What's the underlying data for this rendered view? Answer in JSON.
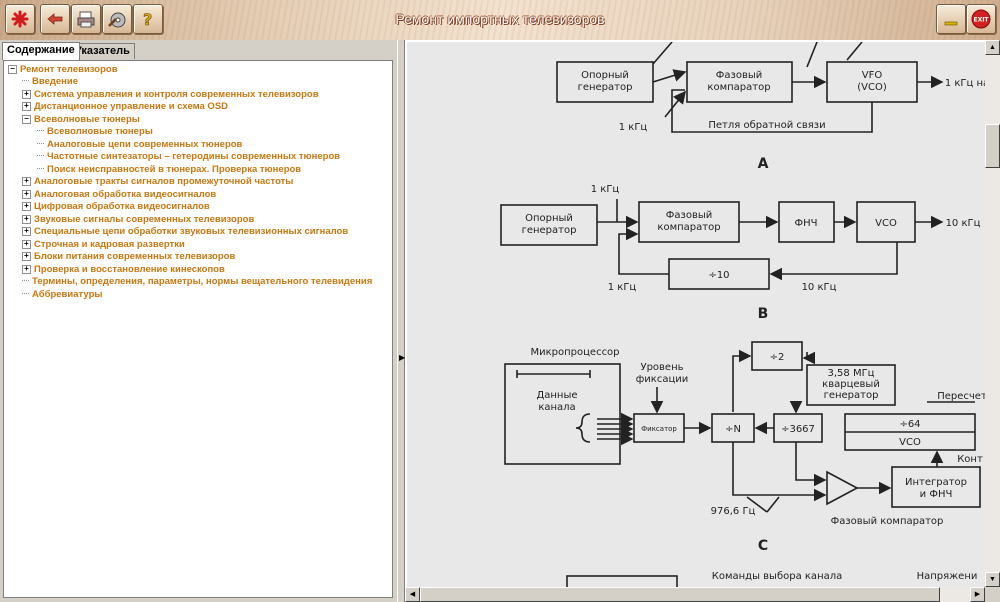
{
  "app": {
    "title": "Ремонт импортных телевизоров"
  },
  "toolbar": {
    "left_buttons": [
      {
        "name": "hide-button",
        "icon": "red-asterisk-icon"
      },
      {
        "name": "back-button",
        "icon": "back-arrow-icon"
      },
      {
        "name": "print-button",
        "icon": "printer-icon"
      },
      {
        "name": "options-button",
        "icon": "wrench-disk-icon"
      },
      {
        "name": "help-button",
        "icon": "question-icon"
      }
    ],
    "right_buttons": [
      {
        "name": "minimize-button",
        "icon": "minimize-icon"
      },
      {
        "name": "exit-button",
        "icon": "exit-icon",
        "label": "EXIT"
      }
    ]
  },
  "tabs": [
    {
      "label": "Содержание"
    },
    {
      "label": "Указатель"
    }
  ],
  "tree": {
    "root": "Ремонт телевизоров",
    "items": [
      {
        "label": "Введение",
        "level": 1,
        "expandable": false
      },
      {
        "label": "Система управления и контроля современных телевизоров",
        "level": 1,
        "expandable": true
      },
      {
        "label": "Дистанционное управление и схема OSD",
        "level": 1,
        "expandable": true
      },
      {
        "label": "Всеволновые тюнеры",
        "level": 1,
        "expandable": true,
        "expanded": true
      },
      {
        "label": "Всеволновые тюнеры",
        "level": 2,
        "expandable": false
      },
      {
        "label": "Аналоговые цепи современных тюнеров",
        "level": 2,
        "expandable": false
      },
      {
        "label": "Частотные синтезаторы – гетеродины современных тюнеров",
        "level": 2,
        "expandable": false
      },
      {
        "label": "Поиск неисправностей в тюнерах. Проверка тюнеров",
        "level": 2,
        "expandable": false
      },
      {
        "label": "Аналоговые тракты сигналов промежуточной частоты",
        "level": 1,
        "expandable": true
      },
      {
        "label": "Аналоговая обработка видеосигналов",
        "level": 1,
        "expandable": true
      },
      {
        "label": "Цифровая обработка видеосигналов",
        "level": 1,
        "expandable": true
      },
      {
        "label": "Звуковые сигналы современных телевизоров",
        "level": 1,
        "expandable": true
      },
      {
        "label": "Специальные цепи обработки звуковых телевизионных сигналов",
        "level": 1,
        "expandable": true
      },
      {
        "label": "Строчная и кадровая развертки",
        "level": 1,
        "expandable": true
      },
      {
        "label": "Блоки питания современных телевизоров",
        "level": 1,
        "expandable": true
      },
      {
        "label": "Проверка и восстановление кинескопов",
        "level": 1,
        "expandable": true
      },
      {
        "label": "Термины, определения, параметры, нормы вещательного телевидения",
        "level": 1,
        "expandable": false
      },
      {
        "label": "Аббревиатуры",
        "level": 1,
        "expandable": false
      }
    ]
  },
  "diagram": {
    "a": {
      "ref_osc": [
        "Опорный",
        "генератор"
      ],
      "phase_comp": [
        "Фазовый",
        "компаратор"
      ],
      "vfo": [
        "VFO",
        "(VCO)"
      ],
      "out": "1 кГц на",
      "in_freq": "1 кГц",
      "feedback": "Петля обратной связи",
      "caption": "A"
    },
    "b": {
      "in_freq": "1 кГц",
      "ref_osc": [
        "Опорный",
        "генератор"
      ],
      "phase_comp": [
        "Фазовый",
        "компаратор"
      ],
      "lpf": "ФНЧ",
      "vco": "VCO",
      "out": "10 кГц",
      "divider": "÷10",
      "fb_left": "1 кГц",
      "fb_right": "10 кГц",
      "caption": "B"
    },
    "c": {
      "cpu": "Микропроцессор",
      "level": [
        "Уровень",
        "фиксации"
      ],
      "data_channel": [
        "Данные",
        "канала"
      ],
      "clamp": "Фиксатор",
      "div_n": "÷N",
      "div2": "÷2",
      "xtal": [
        "3,58 МГц",
        "кварцевый",
        "генератор"
      ],
      "div3667": "÷3667",
      "recalc": "Пересчет",
      "div64": "÷64",
      "vco": "VCO",
      "ctrl": "Конт",
      "freq": "976,6 Гц",
      "phase_comp": "Фазовый компаратор",
      "integr": [
        "Интегратор",
        "и ФНЧ"
      ],
      "caption": "C"
    },
    "d": {
      "cmd": "Команды выбора канала",
      "voltage": "Напряжени"
    }
  }
}
